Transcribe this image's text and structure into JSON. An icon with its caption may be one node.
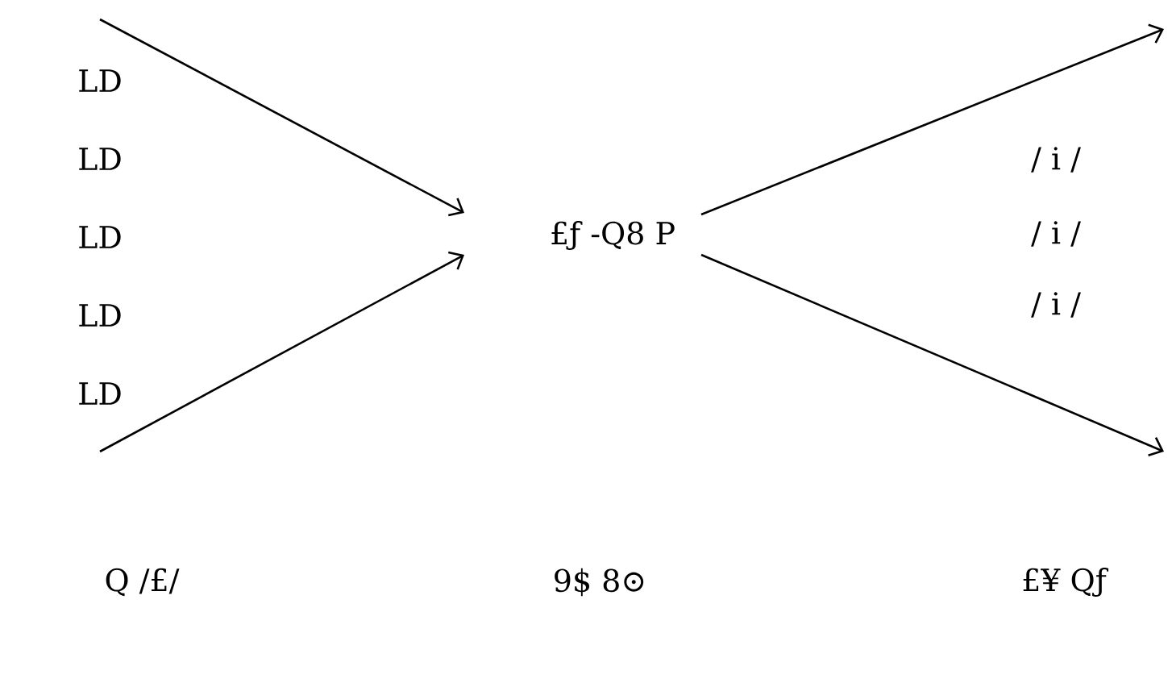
{
  "diagram": {
    "nodes": [
      {
        "text": [
          "LD",
          "LD",
          "LD",
          "LD",
          "LD"
        ]
      },
      {
        "text": [
          "£ƒ -Q8 P"
        ]
      }
    ],
    "edges": [
      {
        "from": 0,
        "to": 1,
        "arrow": "to"
      },
      {
        "from": 0,
        "to": 1,
        "arrow": "to"
      },
      {
        "from": 1,
        "to": null,
        "arrow": "to"
      },
      {
        "from": 1,
        "to": null,
        "arrow": "to"
      }
    ],
    "labels": [
      "/ i /",
      "/ i /",
      "/ i /",
      "Q /£/",
      "9$ 8⊙",
      "£¥ Qƒ"
    ]
  }
}
